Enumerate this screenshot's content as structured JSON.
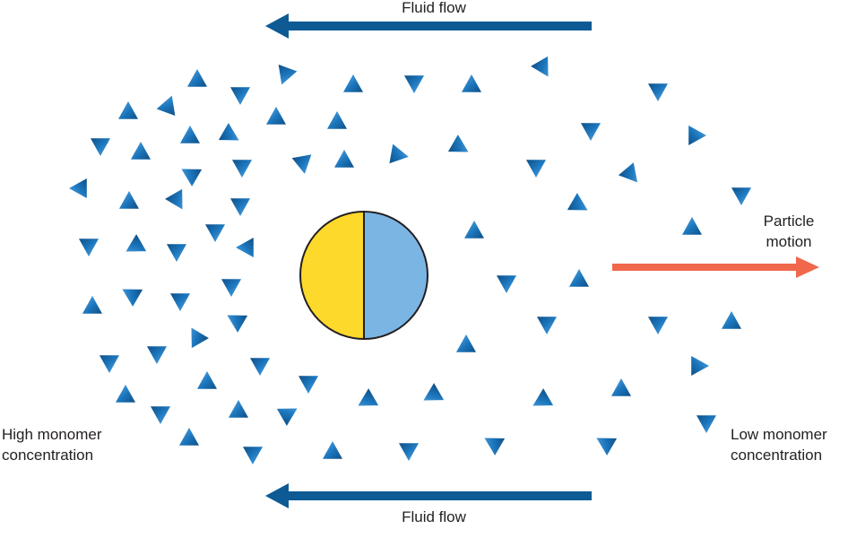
{
  "labels": {
    "fluid_flow_top": "Fluid flow",
    "fluid_flow_bottom": "Fluid flow",
    "particle_motion_line1": "Particle",
    "particle_motion_line2": "motion",
    "high_line1": "High monomer",
    "high_line2": "concentration",
    "low_line1": "Low monomer",
    "low_line2": "concentration"
  },
  "colors": {
    "monomer": "#1b75bb",
    "fluid_arrow": "#0d5a94",
    "particle_arrow": "#f0674c",
    "particle_left": "#fdd92b",
    "particle_right": "#7bb5e4",
    "outline": "#231f20"
  },
  "monomers": {
    "shape": "triangle",
    "note_icon": "monomer-triangle-icon"
  }
}
